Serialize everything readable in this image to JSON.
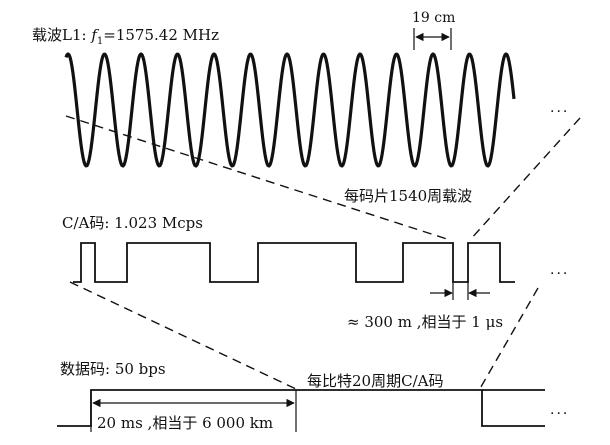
{
  "carrier": {
    "label_prefix": "载波L1: ",
    "label_symbol": "f",
    "label_subscript": "1",
    "label_value": "=1575.42 MHz",
    "wavelength_label": "19 cm",
    "chips_per_carrier_label": "每码片1540周载波"
  },
  "ca_code": {
    "label": "C/A码: 1.023 Mcps",
    "chip_length_label": "≈ 300 m ,相当于 1 μs"
  },
  "data_code": {
    "label": "数据码: 50 bps",
    "bit_length_label": "20 ms ,相当于 6 000 km",
    "code_periods_label": "每比特20周期C/A码"
  },
  "continuation_symbol": "...",
  "colors": {
    "ink": "#111111",
    "background": "#ffffff"
  }
}
